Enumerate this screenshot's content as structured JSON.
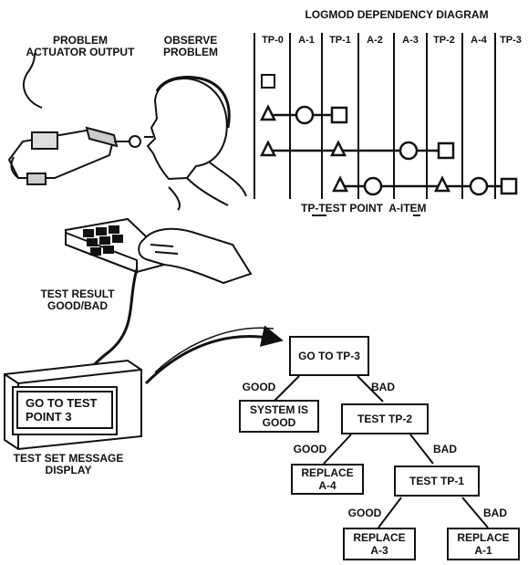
{
  "diagram": {
    "title": "LOGMOD DEPENDENCY DIAGRAM",
    "columns": [
      "TP-0",
      "A-1",
      "TP-1",
      "A-2",
      "A-3",
      "TP-2",
      "A-4",
      "TP-3"
    ],
    "legend": "TP-TEST POINT  A-ITEM",
    "labels": {
      "problem_output": "PROBLEM\nACTUATOR OUTPUT",
      "observe": "OBSERVE\nPROBLEM",
      "test_result": "TEST RESULT\nGOOD/BAD",
      "test_set": "TEST SET MESSAGE\nDISPLAY"
    },
    "display_message": "GO TO TEST\nPOINT 3",
    "tree": {
      "root": "GO TO TP-3",
      "good1": "GOOD",
      "bad1": "BAD",
      "system_good": "SYSTEM IS\nGOOD",
      "test_tp2": "TEST TP-2",
      "good2": "GOOD",
      "bad2": "BAD",
      "replace_a4": "REPLACE\nA-4",
      "test_tp1": "TEST TP-1",
      "good3": "GOOD",
      "bad3": "BAD",
      "replace_a3": "REPLACE\nA-3",
      "replace_a1": "REPLACE\nA-1"
    }
  }
}
